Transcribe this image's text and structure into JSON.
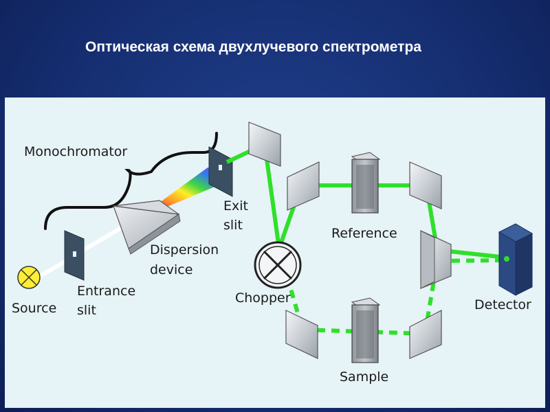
{
  "slide": {
    "title": "Оптическая схема двухлучевого спектрометра"
  },
  "diagram": {
    "labels": {
      "monochromator": "Monochromator",
      "source": "Source",
      "entrance_1": "Entrance",
      "entrance_2": "slit",
      "dispersion_1": "Dispersion",
      "dispersion_2": "device",
      "exit_1": "Exit",
      "exit_2": "slit",
      "chopper": "Chopper",
      "reference": "Reference",
      "sample": "Sample",
      "detector": "Detector"
    },
    "colors": {
      "beam": "#2fe02a",
      "background": "#1a3a86",
      "panel": "#e6f3f7"
    },
    "icons": [
      "lamp-icon",
      "slit-icon",
      "prism-icon",
      "mirror-icon",
      "chopper-icon",
      "cuvette-icon",
      "detector-icon"
    ]
  }
}
